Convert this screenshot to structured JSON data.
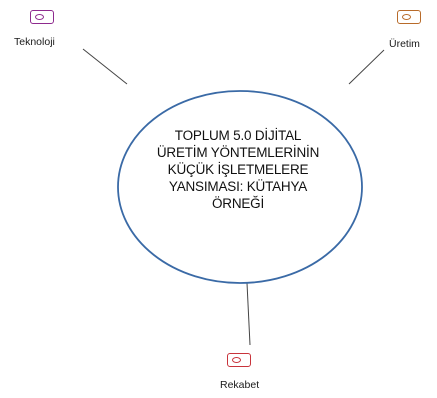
{
  "center": {
    "lines": [
      "TOPLUM 5.0 DİJİTAL",
      "ÜRETİM YÖNTEMLERİNİN",
      "KÜÇÜK İŞLETMELERE",
      "YANSIMASI: KÜTAHYA",
      "ÖRNEĞİ"
    ],
    "border_color": "#3a6aa6"
  },
  "nodes": [
    {
      "label": "Teknoloji",
      "icon": "tag-icon",
      "icon_color": "#8e2a8e"
    },
    {
      "label": "Üretim",
      "icon": "tag-icon",
      "icon_color": "#b86b2a"
    },
    {
      "label": "Rekabet",
      "icon": "tag-icon",
      "icon_color": "#c8333b"
    }
  ]
}
